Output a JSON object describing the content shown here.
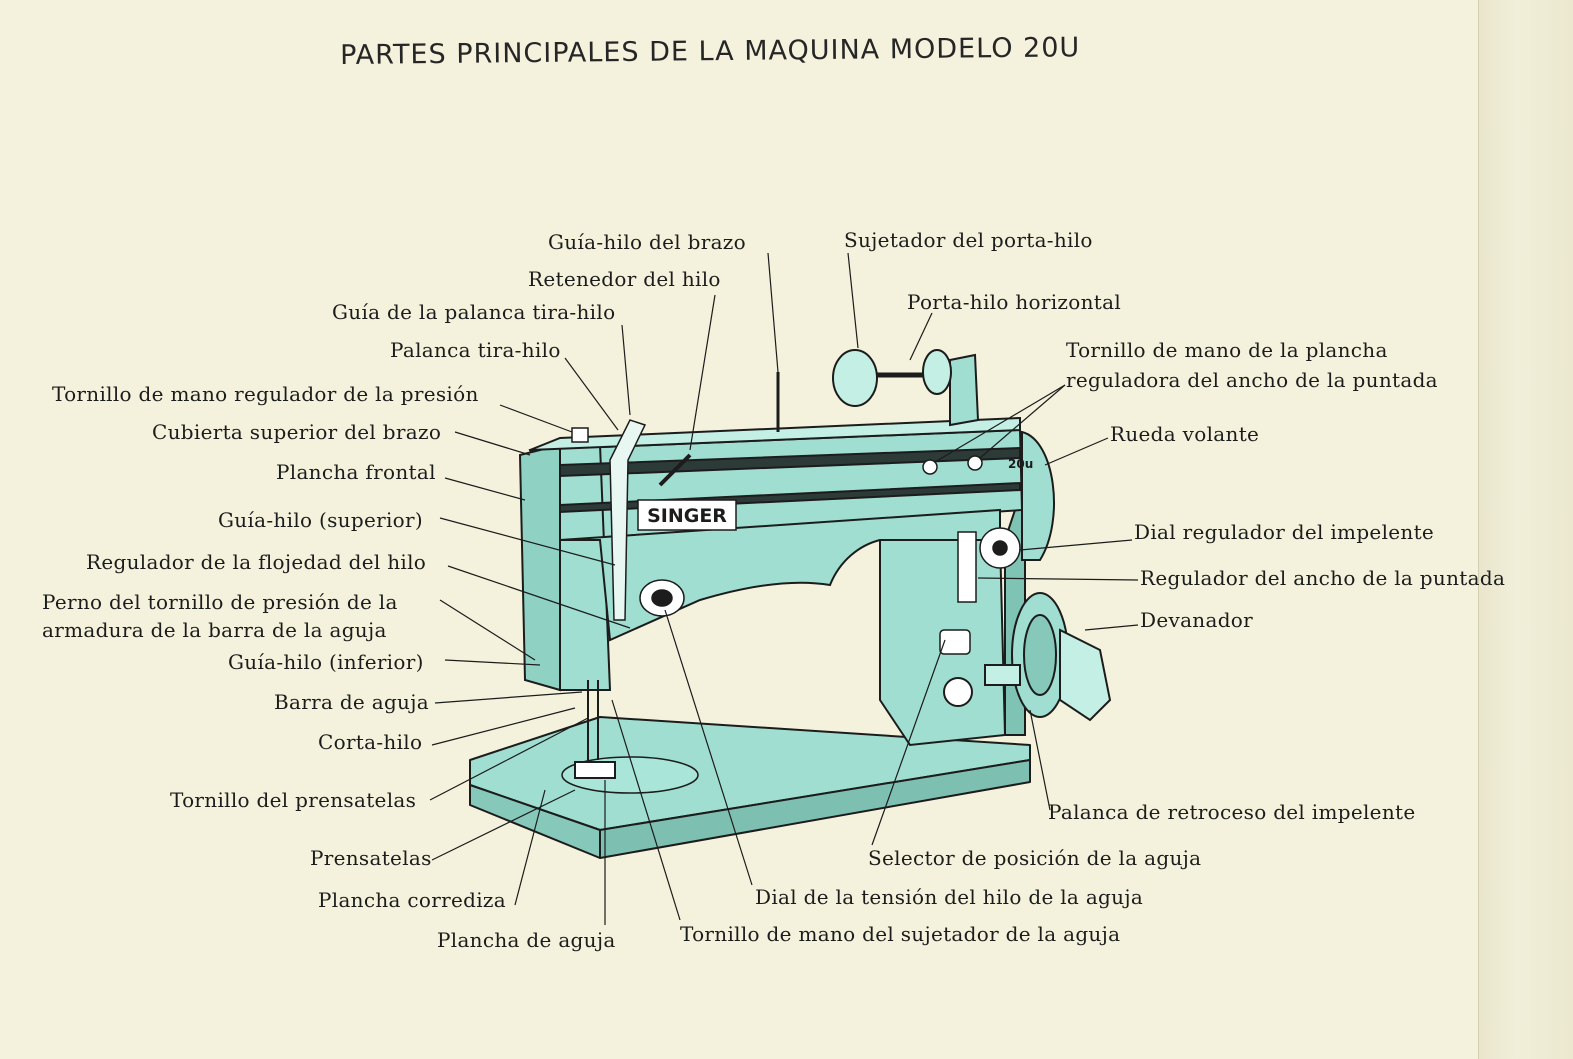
{
  "title": "PARTES PRINCIPALES DE LA MAQUINA MODELO 20U",
  "machine": {
    "brand": "SINGER",
    "model_badge": "20u",
    "body_color": "#9fded1",
    "ink_color": "#1c1c1c"
  },
  "labels": {
    "guia_hilo_brazo": "Guía-hilo del brazo",
    "sujetador_porta_hilo": "Sujetador del porta-hilo",
    "retenedor_hilo": "Retenedor del hilo",
    "porta_hilo_horizontal": "Porta-hilo horizontal",
    "guia_palanca_tira_hilo": "Guía de la palanca tira-hilo",
    "palanca_tira_hilo": "Palanca tira-hilo",
    "tornillo_plancha_line1": "Tornillo de mano de la plancha",
    "tornillo_plancha_line2": "reguladora del ancho de la puntada",
    "tornillo_presion": "Tornillo de mano regulador de la presión",
    "rueda_volante": "Rueda volante",
    "cubierta_superior": "Cubierta superior del brazo",
    "plancha_frontal": "Plancha frontal",
    "guia_hilo_superior": "Guía-hilo (superior)",
    "dial_impelente": "Dial regulador del impelente",
    "regulador_flojedad": "Regulador de la flojedad del hilo",
    "regulador_ancho": "Regulador del ancho de la puntada",
    "perno_line1": "Perno del tornillo de presión de la",
    "perno_line2": "armadura de la barra de la aguja",
    "devanador": "Devanador",
    "guia_hilo_inferior": "Guía-hilo (inferior)",
    "barra_aguja": "Barra de aguja",
    "corta_hilo": "Corta-hilo",
    "palanca_retroceso": "Palanca de retroceso del impelente",
    "tornillo_prensatelas": "Tornillo del prensatelas",
    "selector_posicion": "Selector de posición de la aguja",
    "prensatelas": "Prensatelas",
    "dial_tension": "Dial de la tensión del hilo de la aguja",
    "plancha_corrediza": "Plancha corrediza",
    "plancha_aguja": "Plancha de aguja",
    "tornillo_sujetador_aguja": "Tornillo de mano del sujetador de la aguja"
  }
}
